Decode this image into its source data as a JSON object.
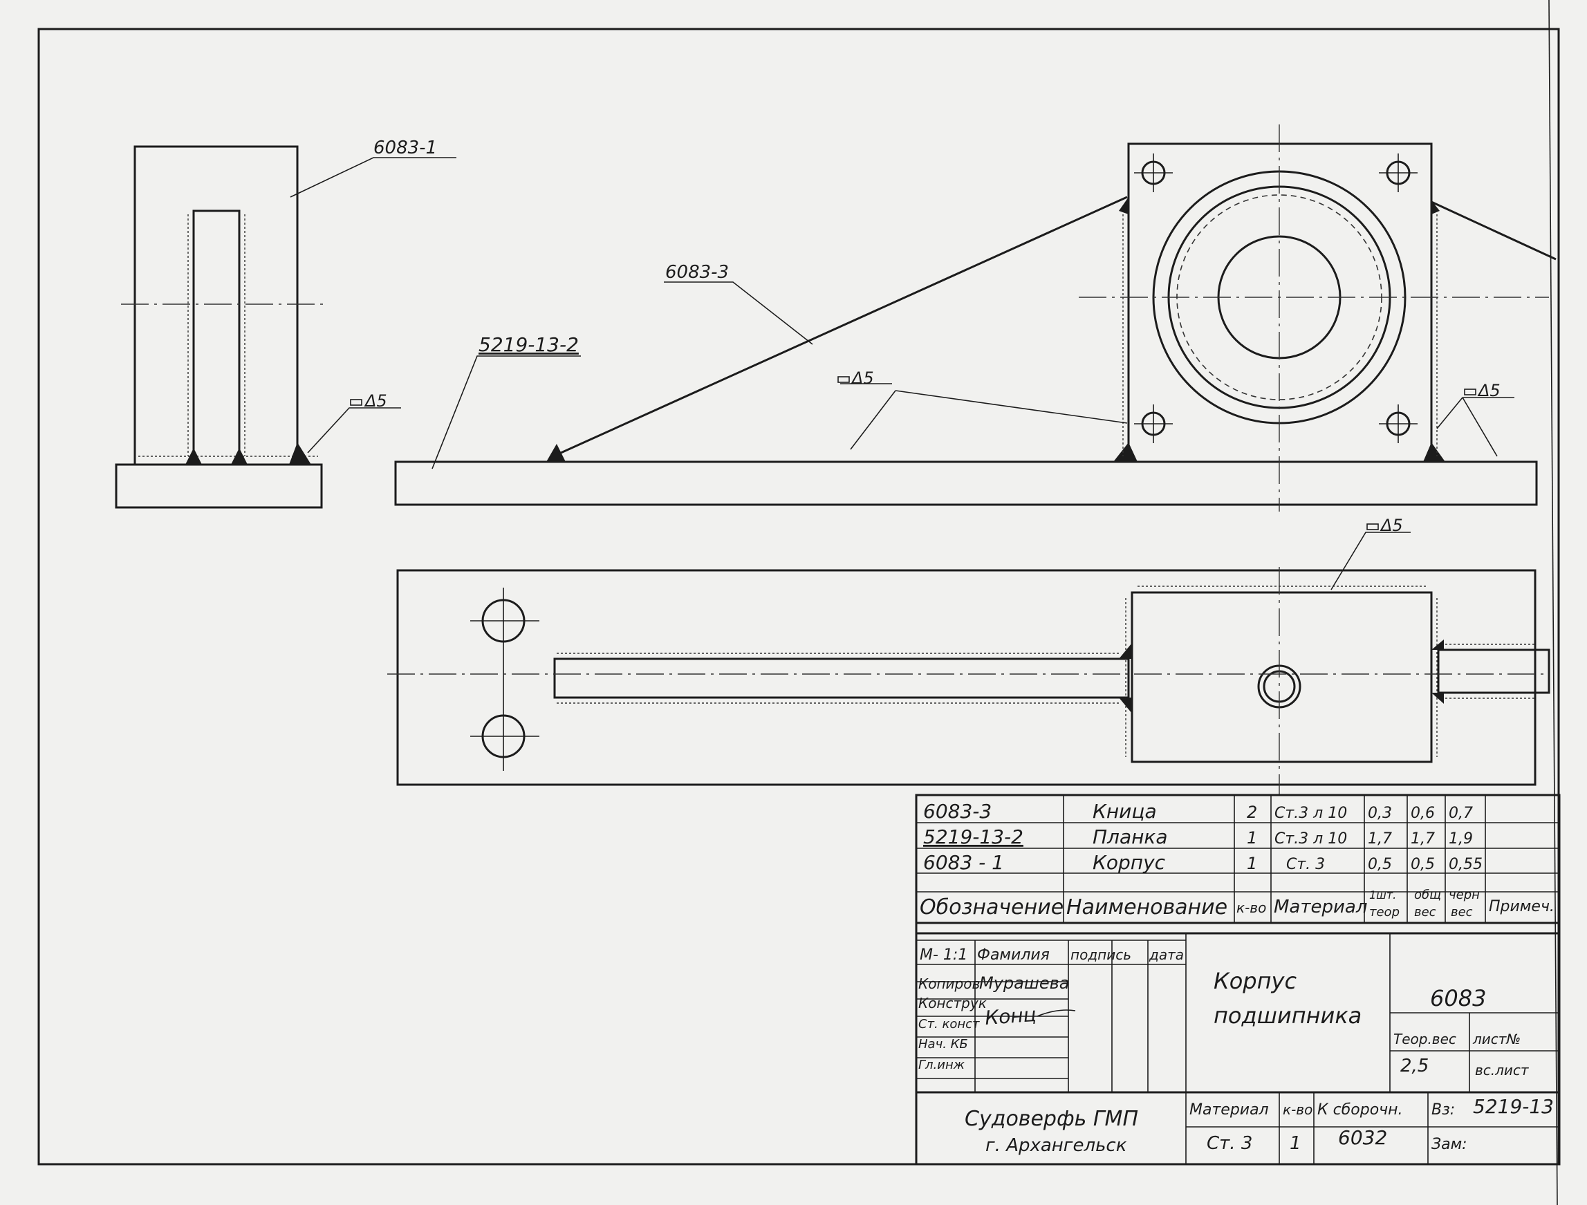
{
  "callouts": {
    "part_6083_1": "6083-1",
    "part_6083_3": "6083-3",
    "part_5219_13_2": "5219-13-2",
    "weld_symbol": "Δ5"
  },
  "spec_table": {
    "rows": [
      {
        "designation": "6083-3",
        "name": "Кница",
        "qty": "2",
        "material": "Ст.3 л 10",
        "unit_weight": "0,3",
        "total_weight": "0,6",
        "rough_weight": "0,7",
        "note": ""
      },
      {
        "designation": "5219-13-2",
        "name": "Планка",
        "qty": "1",
        "material": "Ст.3 л 10",
        "unit_weight": "1,7",
        "total_weight": "1,7",
        "rough_weight": "1,9",
        "note": ""
      },
      {
        "designation": "6083 - 1",
        "name": "Корпус",
        "qty": "1",
        "material": "Ст. 3",
        "unit_weight": "0,5",
        "total_weight": "0,5",
        "rough_weight": "0,55",
        "note": ""
      }
    ],
    "headers": {
      "designation": "Обозначение",
      "name": "Наименование",
      "qty": "к-во",
      "material": "Материал",
      "unit_weight_top": "1шт.",
      "unit_weight_bottom": "теор",
      "total_weight_top": "общ",
      "total_weight_bottom": "вес",
      "rough_weight_top": "черн",
      "rough_weight_bottom": "вес",
      "note": "Примеч."
    }
  },
  "title_block": {
    "scale": "М- 1:1",
    "col_surname": "Фамилия",
    "col_signature": "подпись",
    "col_date": "дата",
    "roles": [
      "Копиров",
      "Конструк",
      "Ст. конст",
      "Нач. КБ",
      "Гл.инж"
    ],
    "copier_name": "Мурашева",
    "signature_scribble": "Конц",
    "title_line1": "Корпус",
    "title_line2": "подшипника",
    "drawing_number": "6083",
    "theor_weight_label": "Теор.вес",
    "theor_weight_value": "2,5",
    "sheet_no_label": "лист№",
    "total_sheets_label": "вс.лист",
    "material_label": "Материал",
    "qty_label": "к-во",
    "assembly_label": "К сборочн.",
    "material_value": "Ст. 3",
    "qty_value": "1",
    "assembly_value": "6032",
    "vz_label": "Вз:",
    "vz_value": "5219-13",
    "zam_label": "Зам:",
    "company": "Судоверфь ГМП",
    "city": "г. Архангельск"
  }
}
